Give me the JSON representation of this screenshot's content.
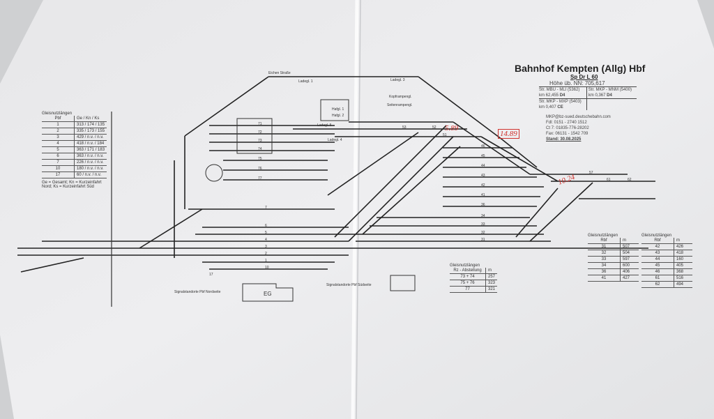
{
  "title": {
    "name": "Bahnhof Kempten (Allg) Hbf",
    "code": "Sp Dr L 60",
    "height": "Höhe üb. NN: 705,617",
    "lines": [
      {
        "route": "Str. MBU - MLI (5362)",
        "km": "km 62,455",
        "cls": "D4"
      },
      {
        "route": "Str. MKP - MNM (5400)",
        "km": "km 0,367",
        "cls": "D4"
      },
      {
        "route": "Str. MKP - MXP (5403)",
        "km": "km 0,407",
        "cls": "CE"
      }
    ],
    "contact": [
      "MKP@bz-sued.deutschebahn.com",
      "Fdl: 0151 - 2740 1512",
      "Ct 7: 01835-776-28202",
      "Fax: 06131 - 1542 709"
    ],
    "stand": "Stand: 30.08.2025"
  },
  "left_table": {
    "caption": "Gleisnutzlängen",
    "headers": [
      "Pbf",
      "Ge / Kn / Ks"
    ],
    "rows": [
      [
        "1",
        "313 / 174 / 135"
      ],
      [
        "2",
        "335 / 173 / 155"
      ],
      [
        "3",
        "429 / n.v. / n.v."
      ],
      [
        "4",
        "418 / n.v. / 184"
      ],
      [
        "5",
        "363 / 171 / 183"
      ],
      [
        "6",
        "363 / n.v. / n.v."
      ],
      [
        "7",
        "226 / n.v. / n.v."
      ],
      [
        "10",
        "180 / n.v. / n.v."
      ],
      [
        "17",
        "60 / n.v. / n.v."
      ]
    ],
    "note": "Ge = Gesamt; Kn = Kurzeinfahrt Nord; Ks = Kurzeinfahrt Süd"
  },
  "mid_table": {
    "caption": "Gleisnutzlängen",
    "headers": [
      "Rz - Abstellung",
      "m"
    ],
    "rows": [
      [
        "73 + 74",
        "257"
      ],
      [
        "75 + 76",
        "323"
      ],
      [
        "77",
        "321"
      ]
    ]
  },
  "right_table_1": {
    "caption": "Gleisnutzlängen",
    "headers": [
      "Rbf",
      "m"
    ],
    "rows": [
      [
        "31",
        "507"
      ],
      [
        "32",
        "504"
      ],
      [
        "33",
        "597"
      ],
      [
        "34",
        "600"
      ],
      [
        "36",
        "406"
      ],
      [
        "41",
        "427"
      ]
    ]
  },
  "right_table_2": {
    "caption": "Gleisnutzlängen",
    "headers": [
      "Rbf",
      "m"
    ],
    "rows": [
      [
        "42",
        "426"
      ],
      [
        "43",
        "418"
      ],
      [
        "44",
        "160"
      ],
      [
        "45",
        "405"
      ],
      [
        "46",
        "368"
      ],
      [
        "61",
        "516"
      ],
      [
        "62",
        "494"
      ]
    ]
  },
  "diagram": {
    "street": "Eichen Straße",
    "tracks_yard": [
      "46",
      "45",
      "44",
      "43",
      "42",
      "41",
      "36"
    ],
    "tracks_rbf": [
      "34",
      "33",
      "32",
      "31"
    ],
    "tracks_upper": [
      "51",
      "52",
      "53"
    ],
    "tracks_right": [
      "57",
      "61",
      "62"
    ],
    "tracks_left": [
      "71",
      "72",
      "73",
      "74",
      "75",
      "76",
      "77"
    ],
    "tracks_pbf": [
      "1",
      "2",
      "3",
      "4",
      "5",
      "6",
      "7",
      "10",
      "17"
    ],
    "loading": [
      "Ladegl. 1",
      "Ladegl. 3",
      "Ladegl. 5",
      "Ladegl. 4",
      "Hafgl. 1",
      "Hafgl. 2",
      "Kopframpengl.",
      "Seitenrampengl."
    ],
    "building": "EG",
    "signal_caption_1": "Signalstandorte Pbf Nordseite",
    "signal_caption_2": "Signalstandorte Pbf Südseite"
  },
  "annotations": [
    "5.89",
    "14.89",
    "10.24"
  ]
}
